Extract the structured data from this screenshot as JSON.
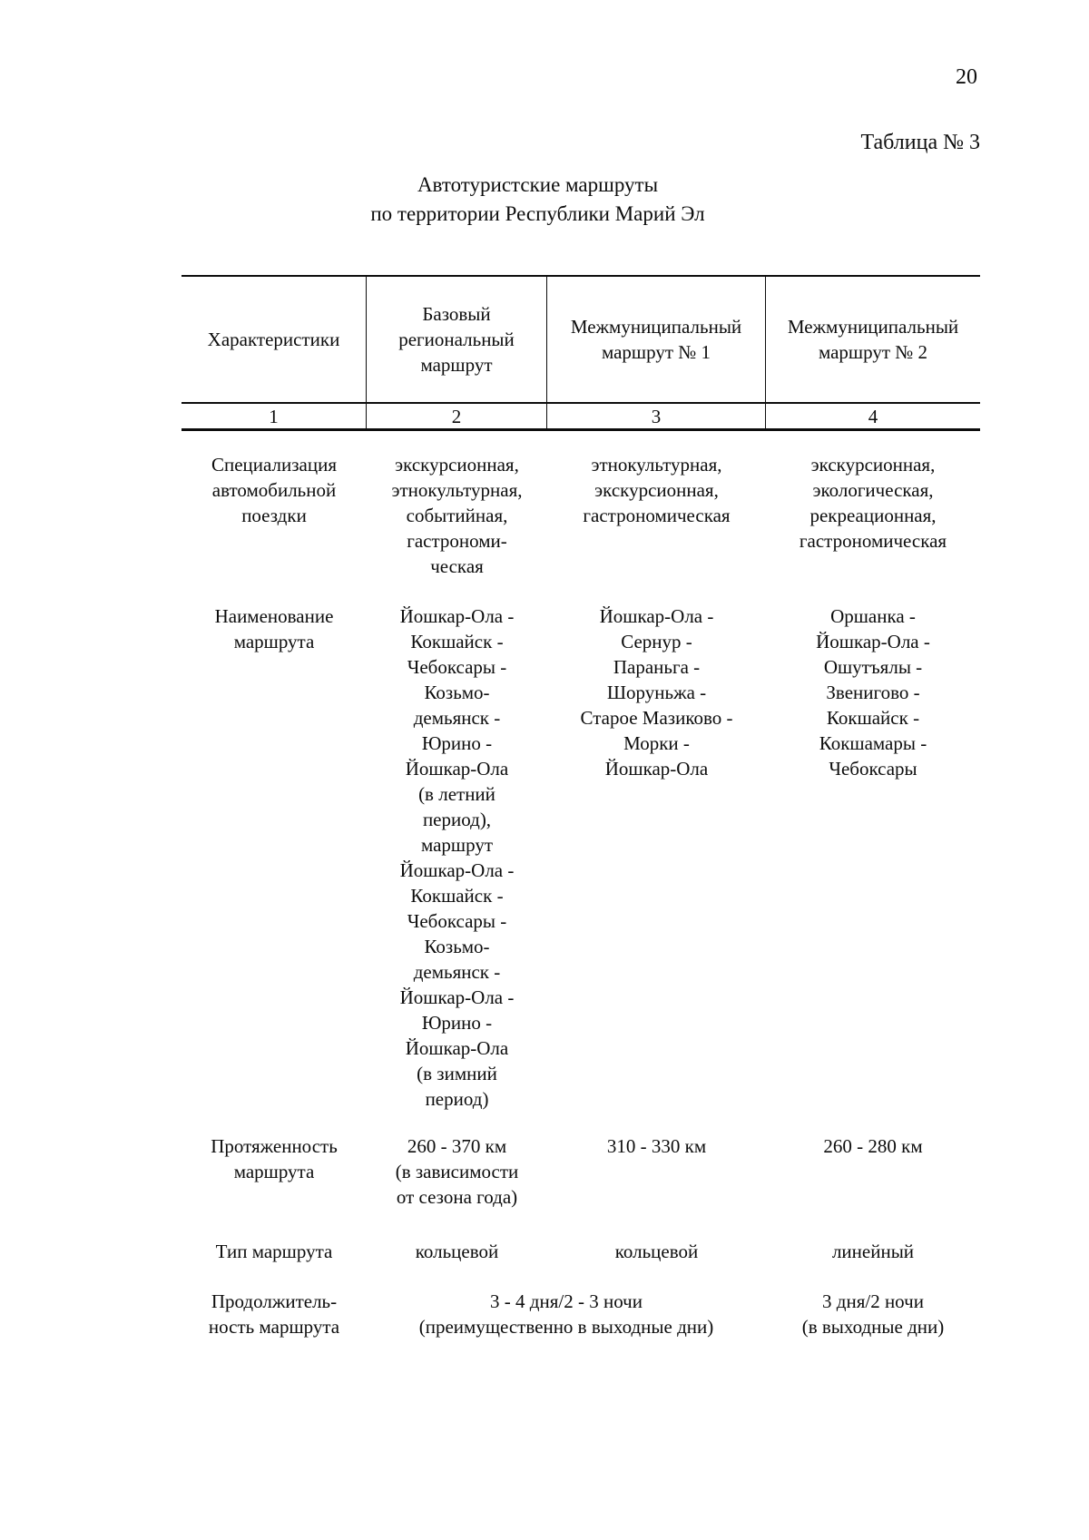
{
  "page": {
    "number": "20",
    "table_caption": "Таблица № 3",
    "title": "Автотуристские маршруты\nпо территории Республики Марий Эл"
  },
  "table": {
    "header": {
      "col1": "Характеристики",
      "col2": "Базовый\nрегиональный\nмаршрут",
      "col3": "Межмуниципальный\nмаршрут № 1",
      "col4": "Межмуниципальный\nмаршрут № 2"
    },
    "column_numbers": [
      "1",
      "2",
      "3",
      "4"
    ],
    "rows": [
      {
        "label": "Специализация\nавтомобильной\nпоездки",
        "col2": "экскурсионная,\nэтнокультурная,\nсобытийная,\nгастрономи-\nческая",
        "col3": "этнокультурная,\nэкскурсионная,\nгастрономическая",
        "col4": "экскурсионная,\nэкологическая,\nрекреационная,\nгастрономическая"
      },
      {
        "label": "Наименование\nмаршрута",
        "col2": "Йошкар-Ола -\nКокшайск -\nЧебоксары -\nКозьмо-\nдемьянск -\nЮрино -\nЙошкар-Ола\n(в летний\nпериод),\nмаршрут\nЙошкар-Ола -\nКокшайск -\nЧебоксары -\nКозьмо-\nдемьянск -\nЙошкар-Ола -\nЮрино -\nЙошкар-Ола\n(в зимний\nпериод)",
        "col3": "Йошкар-Ола -\nСернур -\nПараньга -\nШоруньжа -\nСтарое Мазиково -\nМорки -\nЙошкар-Ола",
        "col4": "Оршанка -\nЙошкар-Ола -\nОшутъялы -\nЗвенигово -\nКокшайск -\nКокшамары -\nЧебоксары"
      },
      {
        "label": "Протяженность\nмаршрута",
        "col2": "260 - 370 км\n(в зависимости\nот сезона года)",
        "col3": "310 - 330 км",
        "col4": "260 - 280 км"
      },
      {
        "label": "Тип маршрута",
        "col2": "кольцевой",
        "col3": "кольцевой",
        "col4": "линейный"
      },
      {
        "label": "Продолжитель-\nность маршрута",
        "col23": "3 - 4 дня/2 - 3 ночи\n(преимущественно в выходные дни)",
        "col4": "3 дня/2 ночи\n(в выходные дни)"
      }
    ]
  }
}
